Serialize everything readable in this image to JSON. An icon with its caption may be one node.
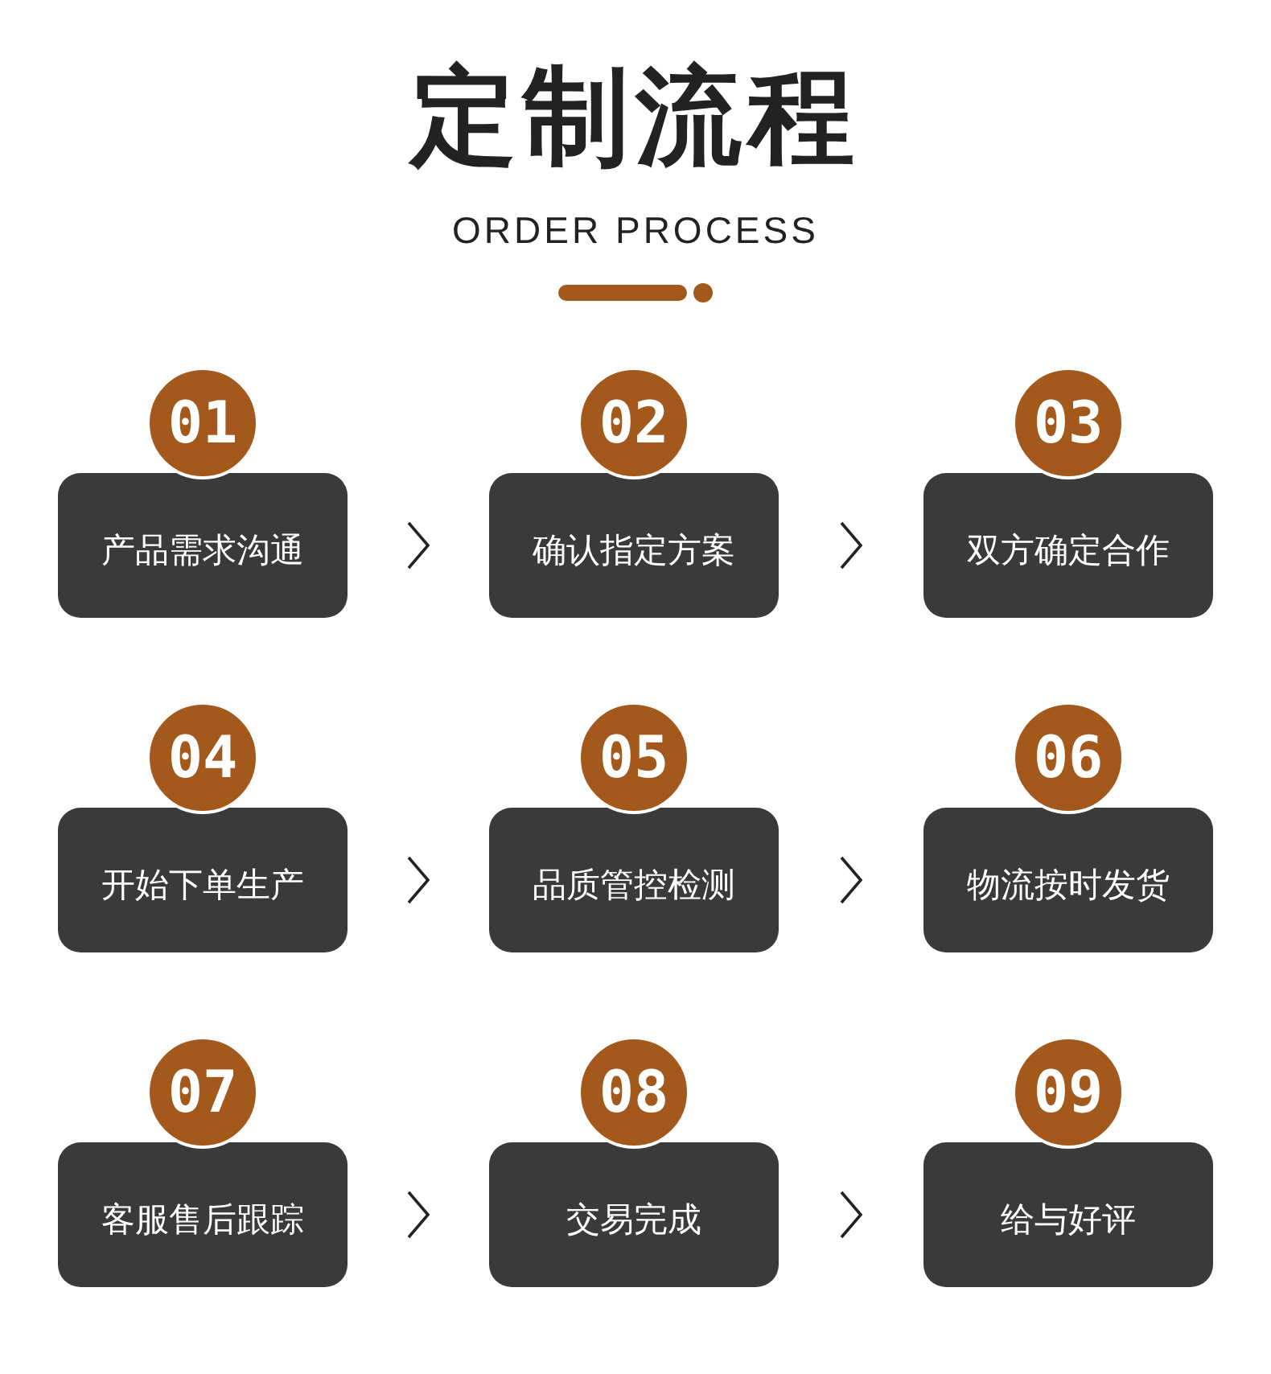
{
  "diagram": {
    "title": "定制流程",
    "nodes": [
      {
        "text": [
          "01",
          "产品需求沟通"
        ]
      },
      {
        "text": [
          "02",
          "确认指定方案"
        ]
      },
      {
        "text": [
          "03",
          "双方确定合作"
        ]
      },
      {
        "text": [
          "04",
          "开始下单生产"
        ]
      },
      {
        "text": [
          "05",
          "品质管控检测"
        ]
      },
      {
        "text": [
          "06",
          "物流按时发货"
        ]
      },
      {
        "text": [
          "07",
          "客服售后跟踪"
        ]
      },
      {
        "text": [
          "08",
          "交易完成"
        ]
      },
      {
        "text": [
          "09",
          "给与好评"
        ]
      }
    ],
    "edges": [
      {
        "from": 0,
        "to": 1,
        "arrow": "to"
      },
      {
        "from": 1,
        "to": 2,
        "arrow": "to"
      },
      {
        "from": 3,
        "to": 4,
        "arrow": "to"
      },
      {
        "from": 4,
        "to": 5,
        "arrow": "to"
      },
      {
        "from": 6,
        "to": 7,
        "arrow": "to"
      },
      {
        "from": 7,
        "to": 8,
        "arrow": "to"
      }
    ],
    "labels": [
      "ORDER PROCESS"
    ]
  }
}
